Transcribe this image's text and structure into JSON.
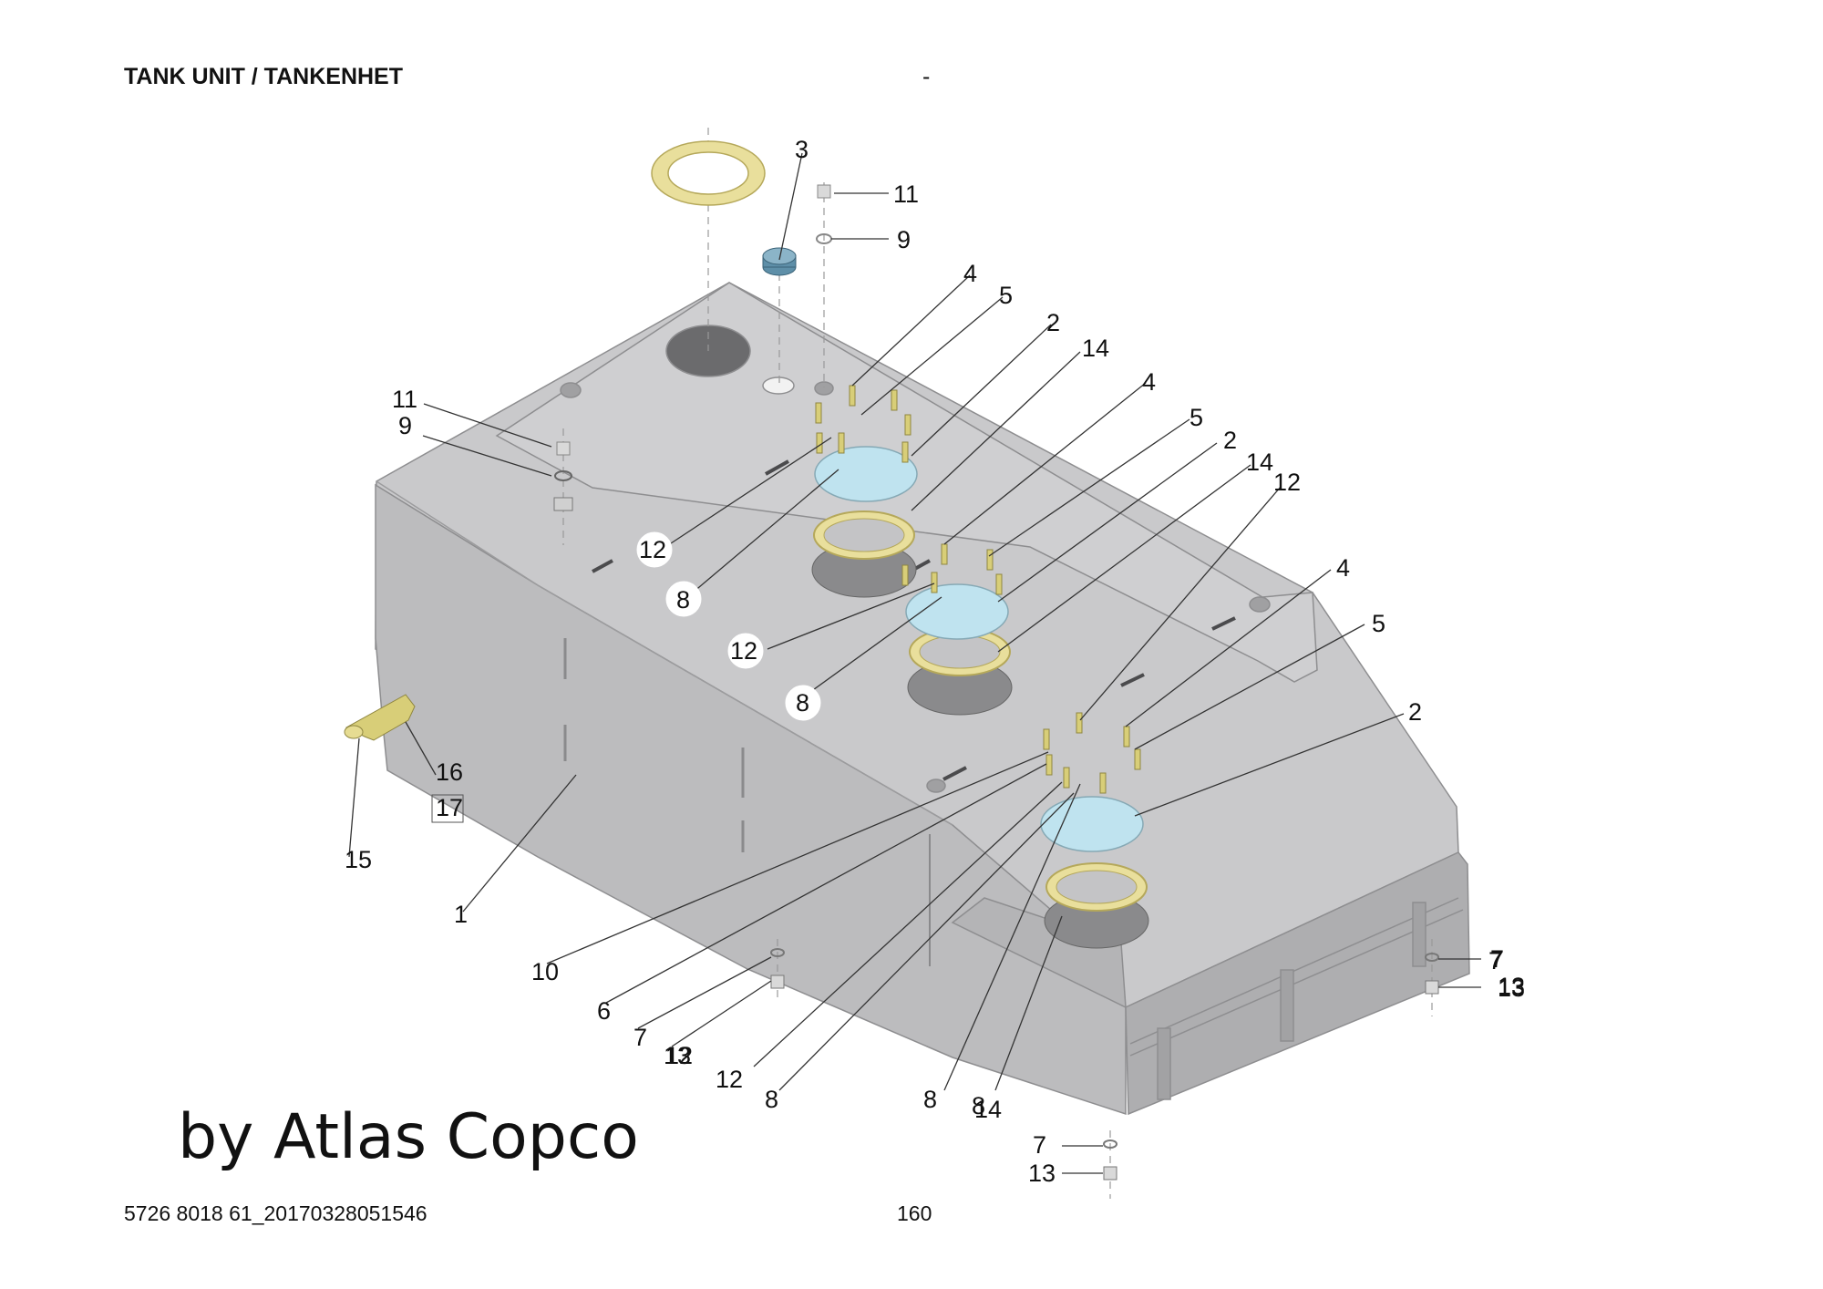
{
  "header": {
    "title": "TANK UNIT / TANKENHET",
    "dash": "-"
  },
  "footer": {
    "doc_id": "5726 8018 61_20170328051546",
    "page": "160"
  },
  "watermark": "by Atlas Copco",
  "colors": {
    "tank_top": "#c9c9cb",
    "tank_side": "#bcbcbe",
    "tank_dark": "#aeaeb0",
    "gasket": "#e9df9c",
    "plate": "#bfe3ef",
    "bolt": "#d8ce78",
    "cap": "#5e8fa8"
  },
  "labels": [
    "1",
    "2",
    "2",
    "2",
    "3",
    "4",
    "4",
    "4",
    "5",
    "5",
    "5",
    "6",
    "7",
    "7",
    "7",
    "7",
    "8",
    "8",
    "8",
    "8",
    "8",
    "9",
    "9",
    "10",
    "11",
    "11",
    "12",
    "12",
    "12",
    "12",
    "12",
    "13",
    "13",
    "13",
    "13",
    "14",
    "14",
    "14",
    "15",
    "16",
    "17"
  ]
}
